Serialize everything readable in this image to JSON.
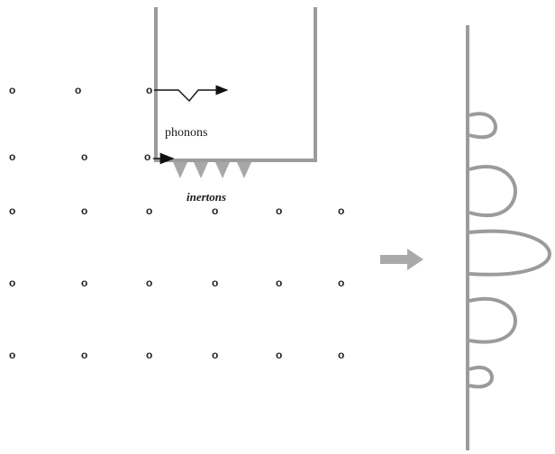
{
  "diagram": {
    "labels": {
      "phonons": "phonons",
      "inertons": "inertons"
    },
    "atom_symbol": "o",
    "colors": {
      "structure": "#9b9b9b",
      "shading": "#cfcfcf",
      "arrow": "#111111",
      "text": "#1a1a1a"
    }
  }
}
